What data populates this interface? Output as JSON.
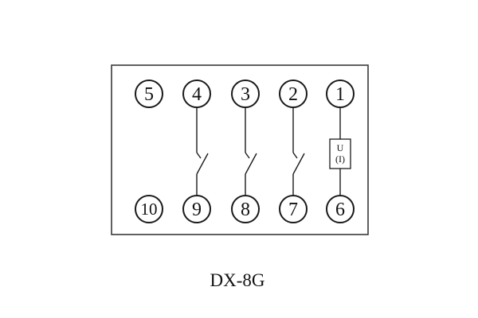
{
  "caption": "DX-8G",
  "diagram": {
    "top_terminals": [
      "5",
      "4",
      "3",
      "2",
      "1"
    ],
    "bottom_terminals": [
      "10",
      "9",
      "8",
      "7",
      "6"
    ],
    "device_box": {
      "line1": "U",
      "line2": "(I)"
    }
  }
}
